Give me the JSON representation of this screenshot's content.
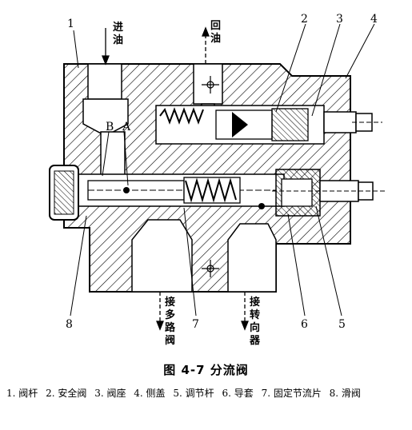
{
  "figure": {
    "caption": "图 4-7   分流阀",
    "legend_items": [
      "1. 阀杆",
      "2. 安全阀",
      "3. 阀座",
      "4. 侧盖",
      "5. 调节杆",
      "6. 导套",
      "7. 固定节流片",
      "8. 滑阀"
    ]
  },
  "callouts": [
    "1",
    "2",
    "3",
    "4",
    "5",
    "6",
    "7",
    "8"
  ],
  "point_labels": [
    "A",
    "B"
  ],
  "ports": {
    "inlet": [
      "进",
      "油"
    ],
    "return": [
      "回",
      "油"
    ],
    "multiway": [
      "接",
      "多",
      "路",
      "阀"
    ],
    "steering": [
      "接",
      "转",
      "向",
      "器"
    ]
  }
}
